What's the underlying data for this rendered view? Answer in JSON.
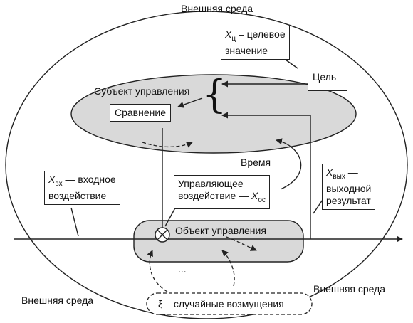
{
  "environment": {
    "top_label": "Внешняя среда",
    "bottom_left_label": "Внешняя среда",
    "bottom_right_label": "Внешняя среда"
  },
  "subject": {
    "title": "Субъект управления",
    "brace": "{",
    "compare_label": "Сравнение"
  },
  "goal": {
    "label": "Цель"
  },
  "target_value": {
    "symbol": "X",
    "subscript": "ц",
    "text_line1": " – целевое",
    "text_line2": "значение"
  },
  "time": {
    "label": "Время"
  },
  "input": {
    "symbol": "X",
    "subscript": "вх",
    "text_line1": " — входное",
    "text_line2": "воздействие"
  },
  "control_action": {
    "text_line1": "Управляющее",
    "text_line2": "воздействие — ",
    "symbol": "X",
    "subscript": "ос"
  },
  "output": {
    "symbol": "X",
    "subscript": "вых",
    "text_line1": " —",
    "text_line2": "выходной",
    "text_line3": "результат"
  },
  "object": {
    "title": "Объект управления"
  },
  "disturbance": {
    "label": "ξ – случайные возмущения",
    "dots": "..."
  },
  "colors": {
    "ellipse_fill": "#d9d9d9",
    "line": "#222222"
  }
}
